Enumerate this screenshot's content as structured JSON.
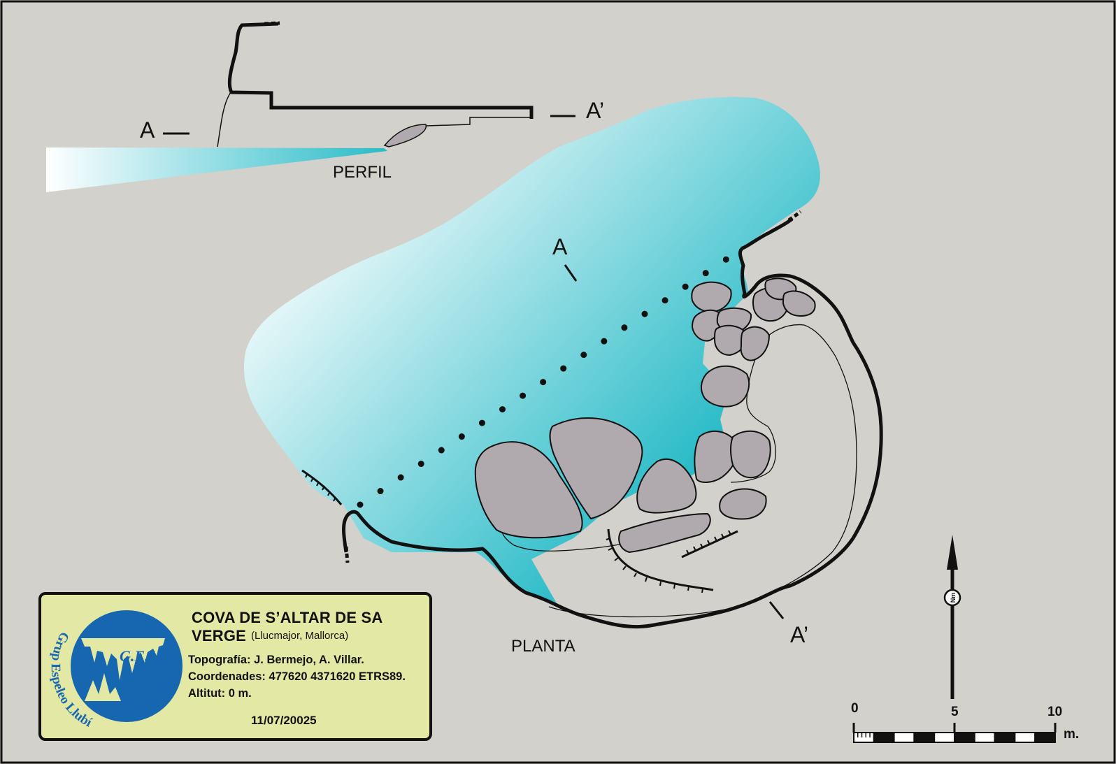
{
  "colors": {
    "background": "#d3d1cb",
    "water_light": "#ffffff",
    "water_dark": "#2bbcc8",
    "boulder": "#b0a9ad",
    "wall": "#111111",
    "cartouche_bg": "#e3e8a4",
    "logo_blue": "#1667b0"
  },
  "profile": {
    "label": "PERFIL",
    "section_start": "A",
    "section_end": "A’"
  },
  "plan": {
    "label": "PLANTA",
    "section_start": "A",
    "section_end": "A’"
  },
  "cartouche": {
    "title": "COVA DE S’ALTAR DE SA VERGE",
    "location": "(Llucmajor, Mallorca)",
    "topography": "Topografía: J. Bermejo, A. Villar.",
    "coordinates": "Coordenades: 477620 4371620 ETRS89.",
    "altitude": "Altitut: 0 m.",
    "date": "11/07/20025",
    "logo_text": "G.E.LL.",
    "logo_ring_text": "Grup Espeleo Llubí"
  },
  "north_arrow": {
    "symbol": "Nm"
  },
  "scale_bar": {
    "ticks": [
      "0",
      "5",
      "10"
    ],
    "unit": "m.",
    "max_value": 10
  }
}
